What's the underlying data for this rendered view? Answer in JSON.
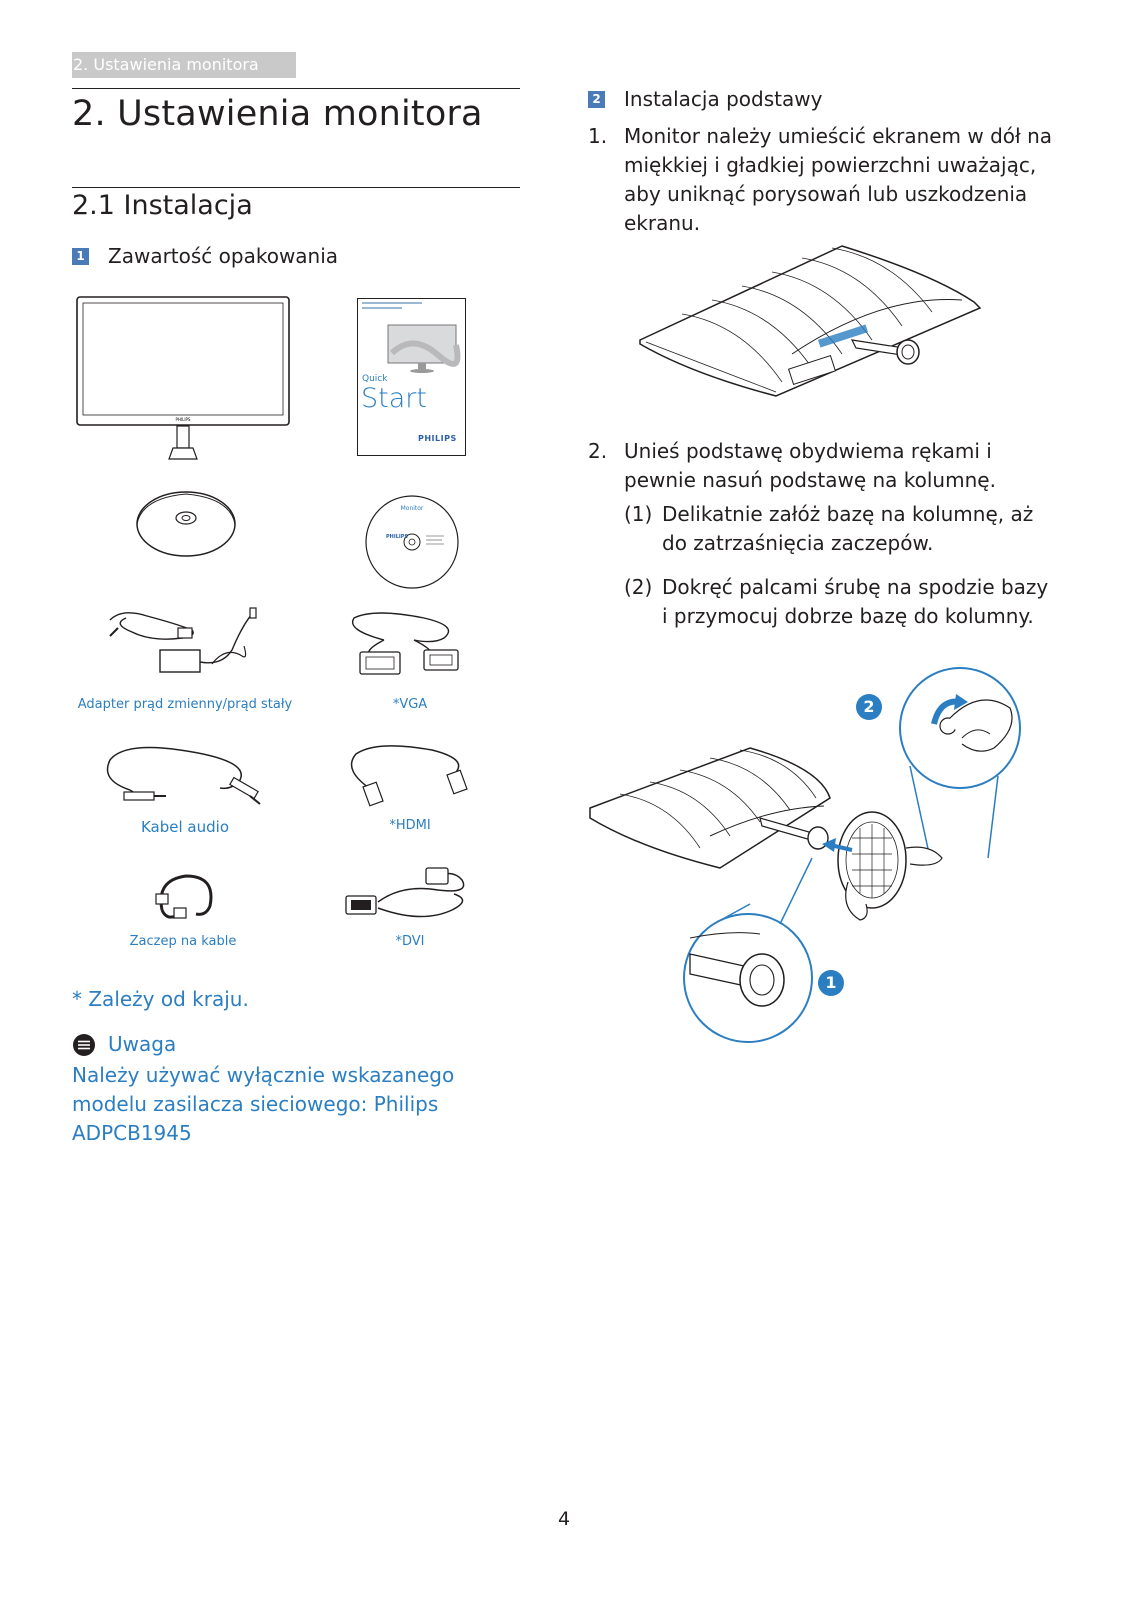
{
  "running_head": "2. Ustawienia monitora",
  "chapter_title": "2.  Ustawienia monitora",
  "section_title": "2.1  Instalacja",
  "package": {
    "num": "1",
    "title": "Zawartość opakowania",
    "items": [
      {
        "label": "Adapter prąd zmienny/prąd stały"
      },
      {
        "label": "*VGA"
      },
      {
        "label": "Kabel audio"
      },
      {
        "label": "*HDMI"
      },
      {
        "label": "Zaczep na kable"
      },
      {
        "label": "*DVI"
      }
    ],
    "qsg_quick": "Quick",
    "qsg_start": "Start",
    "brand": "PHILIPS"
  },
  "country_note": "* Zależy od kraju.",
  "note": {
    "title": "Uwaga",
    "text": "Należy używać wyłącznie wskazanego modelu zasilacza sieciowego: Philips ADPCB1945"
  },
  "stand": {
    "num": "2",
    "title": "Instalacja podstawy",
    "step1_num": "1.",
    "step1": "Monitor należy umieścić ekranem w dół na miękkiej i gładkiej powierzchni uważając, aby uniknąć porysowań lub uszkodzenia ekranu.",
    "step2_num": "2.",
    "step2": "Unieś podstawę obydwiema rękami i pewnie nasuń podstawę na kolumnę.",
    "sub1_num": "(1)",
    "sub1": "Delikatnie załóż bazę na kolumnę, aż do zatrzaśnięcia zaczepów.",
    "sub2_num": "(2)",
    "sub2": "Dokręć palcami śrubę na spodzie bazy i przymocuj dobrze bazę do kolumny.",
    "callout1": "1",
    "callout2": "2"
  },
  "page_number": "4",
  "colors": {
    "accent_blue": "#2a7ec1",
    "box_blue": "#4a7ab7",
    "running_head_bg": "#c9c9c9"
  }
}
